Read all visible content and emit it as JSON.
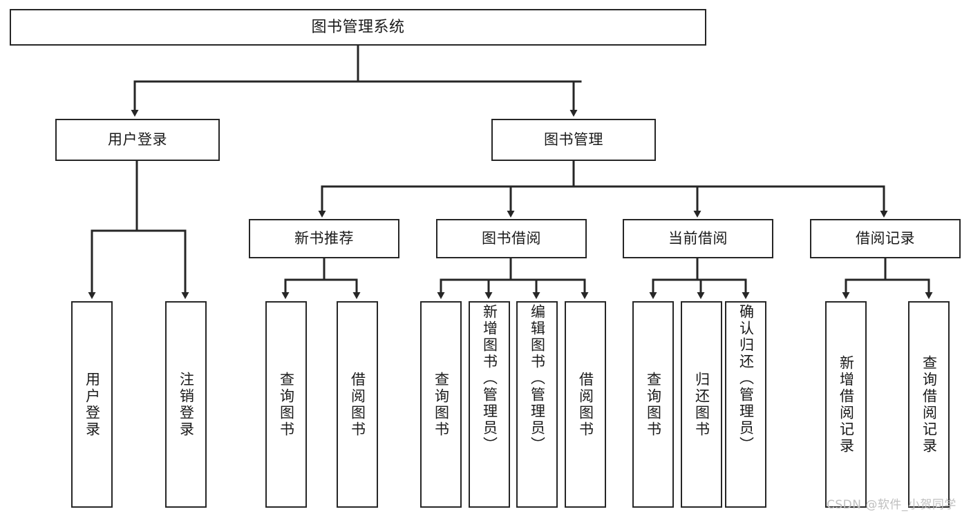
{
  "diagram": {
    "title": "图书管理系统",
    "watermark": "CSDN @软件_小贺同学",
    "colors": {
      "box_border": "#262626",
      "box_fill": "#ffffff",
      "edge": "#262626",
      "text": "#1a1a1a",
      "watermark": "#bfbfbf",
      "background": "#ffffff"
    },
    "root": {
      "label": "图书管理系统"
    },
    "level1": [
      {
        "label": "用户登录"
      },
      {
        "label": "图书管理"
      }
    ],
    "level2": [
      {
        "label": "新书推荐"
      },
      {
        "label": "图书借阅"
      },
      {
        "label": "当前借阅"
      },
      {
        "label": "借阅记录"
      }
    ],
    "leaves": {
      "user_login": [
        {
          "label": "用户登录"
        },
        {
          "label": "注销登录"
        }
      ],
      "new_book": [
        {
          "label": "查询图书"
        },
        {
          "label": "借阅图书"
        }
      ],
      "book_borrow": [
        {
          "label": "查询图书"
        },
        {
          "label": "新增图书（管理员）"
        },
        {
          "label": "编辑图书（管理员）"
        },
        {
          "label": "借阅图书"
        }
      ],
      "current_borrow": [
        {
          "label": "查询图书"
        },
        {
          "label": "归还图书"
        },
        {
          "label": "确认归还（管理员）"
        }
      ],
      "borrow_record": [
        {
          "label": "新增借阅记录"
        },
        {
          "label": "查询借阅记录"
        }
      ]
    }
  }
}
